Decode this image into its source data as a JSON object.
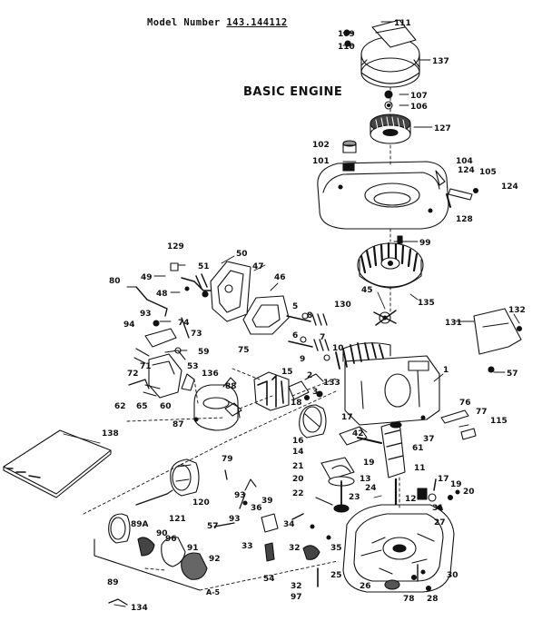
{
  "header": {
    "model_label": "Model Number",
    "model_number": "143.144112"
  },
  "title": "BASIC ENGINE",
  "page_mark": "A-5",
  "part_labels": [
    "111",
    "109",
    "110",
    "137",
    "107",
    "106",
    "127",
    "102",
    "101",
    "104",
    "124",
    "105",
    "124",
    "128",
    "99",
    "129",
    "50",
    "51",
    "47",
    "46",
    "80",
    "49",
    "48",
    "5",
    "8",
    "130",
    "45",
    "135",
    "132",
    "131",
    "93",
    "94",
    "74",
    "73",
    "75",
    "59",
    "71",
    "72",
    "53",
    "60",
    "62",
    "65",
    "136",
    "88",
    "15",
    "2",
    "1",
    "87",
    "133",
    "3",
    "6",
    "7",
    "10",
    "9",
    "18",
    "57",
    "76",
    "77",
    "115",
    "16",
    "17",
    "14",
    "42",
    "61",
    "37",
    "19",
    "11",
    "21",
    "20",
    "13",
    "22",
    "23",
    "24",
    "12",
    "31",
    "27",
    "17",
    "19",
    "20",
    "138",
    "79",
    "39",
    "121",
    "120",
    "57",
    "93",
    "36",
    "93",
    "34",
    "33",
    "54",
    "89A",
    "90",
    "96",
    "91",
    "92",
    "89",
    "35",
    "32",
    "32",
    "97",
    "25",
    "26",
    "78",
    "28",
    "30",
    "134"
  ]
}
